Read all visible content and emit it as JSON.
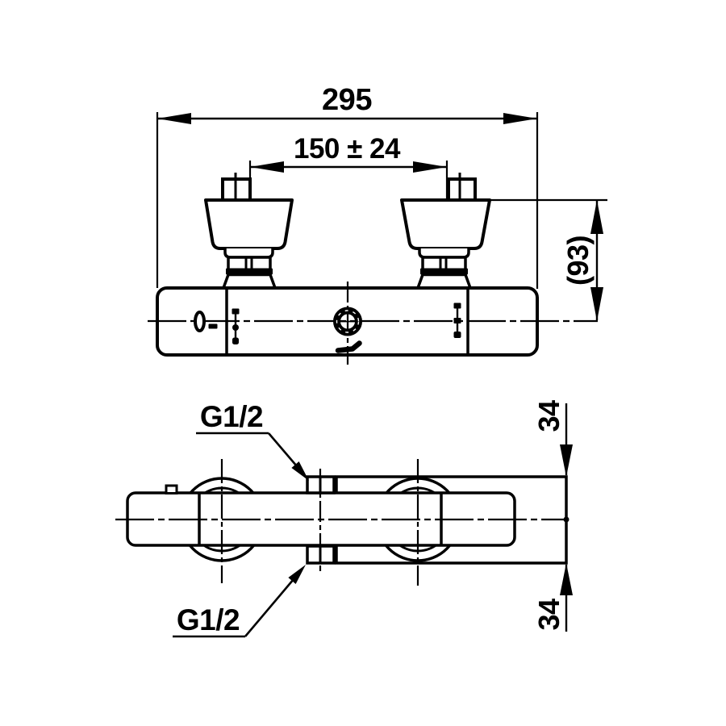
{
  "drawing": {
    "type": "thermostatic-shower-mixer-spec-drawing",
    "colors": {
      "line": "#000000",
      "background": "#ffffff"
    }
  },
  "front_view": {
    "dim_width": "295",
    "dim_centers": "150 ± 24",
    "dim_height": "(93)"
  },
  "top_view": {
    "thread_top": "G1/2",
    "thread_bottom": "G1/2",
    "dim_top": "34",
    "dim_bottom": "34"
  }
}
